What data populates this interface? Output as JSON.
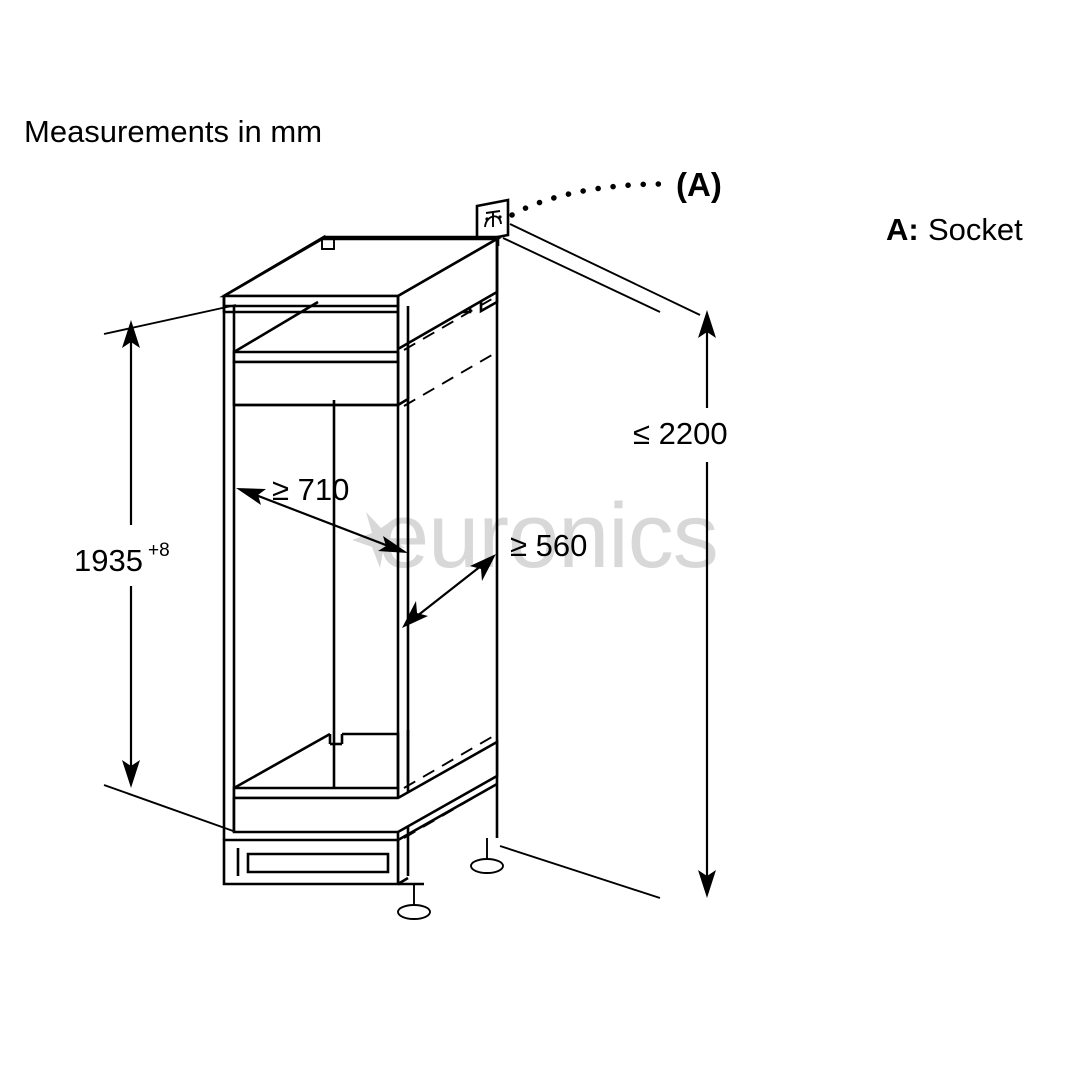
{
  "figure": {
    "title": "Measurements in mm",
    "watermark": "euronics",
    "watermark_mark": "✶"
  },
  "callouts": [
    {
      "id": "A",
      "label": "(A)",
      "icon": "socket-icon"
    }
  ],
  "legend": [
    {
      "key": "A:",
      "value": "Socket"
    }
  ],
  "dimensions": {
    "niche_height": {
      "value": "1935",
      "tolerance": "+8",
      "full": "1935+8",
      "orientation": "vertical",
      "position": "left"
    },
    "niche_depth": {
      "value": "≥ 710",
      "orientation": "diagonal",
      "position": "interior-upper"
    },
    "niche_width": {
      "value": "≥ 560",
      "orientation": "diagonal",
      "position": "interior-right"
    },
    "max_total_height": {
      "value": "≤ 2200",
      "orientation": "vertical",
      "position": "right"
    }
  },
  "drawing": {
    "subject": "built-in-appliance-niche-cabinet",
    "view": "isometric",
    "units": "mm"
  }
}
